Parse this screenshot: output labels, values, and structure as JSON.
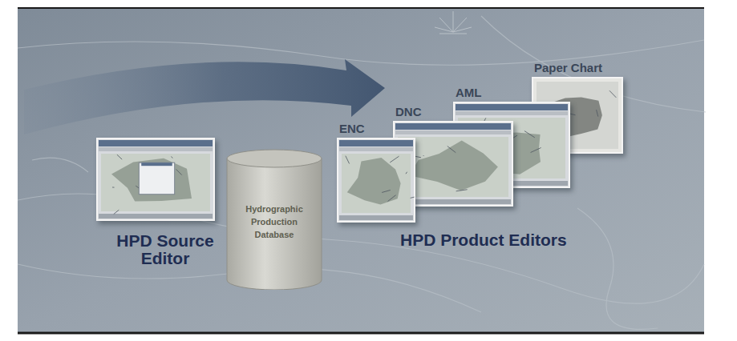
{
  "diagram": {
    "nodes": [
      {
        "text": [
          "HPD Source Editor"
        ]
      },
      {
        "text": [
          "Hydrographic Production Database"
        ]
      },
      {
        "text": [
          "ENC"
        ]
      },
      {
        "text": [
          "DNC"
        ]
      },
      {
        "text": [
          "AML"
        ]
      },
      {
        "text": [
          "Paper Chart"
        ]
      }
    ],
    "labels": [
      "HPD Product Editors"
    ]
  }
}
